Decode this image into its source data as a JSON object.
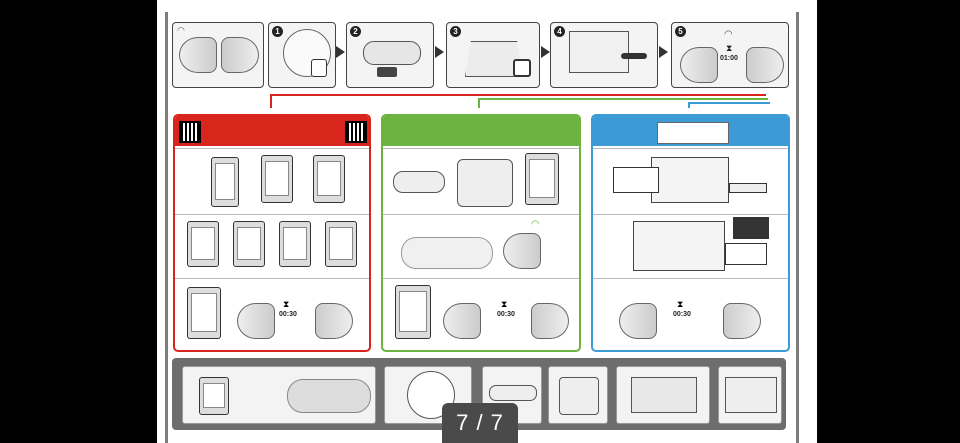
{
  "viewer": {
    "page_indicator": "7 / 7"
  },
  "steps": [
    {
      "number": "1"
    },
    {
      "number": "2"
    },
    {
      "number": "3"
    },
    {
      "number": "4"
    },
    {
      "number": "5",
      "timer": "01:00"
    }
  ],
  "panels": {
    "red": {
      "accent": "#d9261c",
      "timer": "00:30"
    },
    "green": {
      "accent": "#6cb33f",
      "timer": "00:30"
    },
    "blue": {
      "accent": "#3c9ad6",
      "timer": "00:30"
    }
  },
  "colors": {
    "background": "#000000",
    "sheet": "#ffffff",
    "strip": "#6d6d6d"
  },
  "icons": [
    "wifi-icon",
    "hourglass-icon",
    "qr-code-icon",
    "speaker-dock-icon",
    "phone-icon",
    "laptop-icon",
    "hand-icon",
    "power-plug-icon"
  ]
}
